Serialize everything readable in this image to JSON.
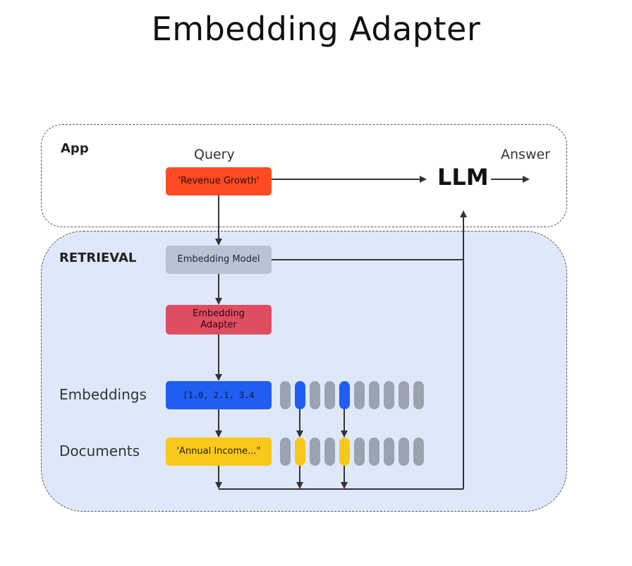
{
  "title": "Embedding Adapter",
  "app": {
    "label": "App",
    "query_label": "Query",
    "query_text": "'Revenue Growth'",
    "llm_label": "LLM",
    "answer_label": "Answer"
  },
  "retrieval": {
    "label": "RETRIEVAL",
    "embedding_model": "Embedding Model",
    "embedding_adapter": "Embedding Adapter",
    "embeddings_label": "Embeddings",
    "documents_label": "Documents",
    "embedding_vector": "[1.0, 2.1, 3.4",
    "document_text": "'Annual Income...\""
  },
  "pills": {
    "count": 10,
    "selected_indexes": [
      1,
      4
    ],
    "colors": {
      "default": "#9aa3af",
      "embedding": "#1f5ef0",
      "document": "#f8c81b"
    }
  },
  "colors": {
    "query": "#ff4a24",
    "embedding_model": "#b8c3d4",
    "adapter": "#df4d62",
    "embedding": "#1f5ef0",
    "document": "#f8c81b",
    "retrieval_bg": "#dfe8fb"
  }
}
